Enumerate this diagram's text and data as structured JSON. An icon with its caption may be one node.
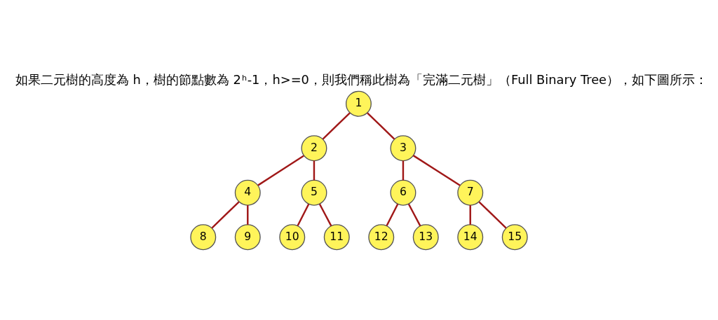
{
  "diagram": {
    "title": "如果二元樹的高度為 h，樹的節點數為 2$^{h}$-1，h>=0，則我們稱此樹為「完滿二元樹」（Full Binary Tree），如下圖所示：",
    "nodes": [
      {
        "text": [
          "1"
        ]
      },
      {
        "text": [
          "2"
        ]
      },
      {
        "text": [
          "3"
        ]
      },
      {
        "text": [
          "4"
        ]
      },
      {
        "text": [
          "5"
        ]
      },
      {
        "text": [
          "6"
        ]
      },
      {
        "text": [
          "7"
        ]
      },
      {
        "text": [
          "8"
        ]
      },
      {
        "text": [
          "9"
        ]
      },
      {
        "text": [
          "10"
        ]
      },
      {
        "text": [
          "11"
        ]
      },
      {
        "text": [
          "12"
        ]
      },
      {
        "text": [
          "13"
        ]
      },
      {
        "text": [
          "14"
        ]
      },
      {
        "text": [
          "15"
        ]
      }
    ],
    "edges": [
      {
        "from": 0,
        "to": 1,
        "arrow": "none"
      },
      {
        "from": 0,
        "to": 2,
        "arrow": "none"
      },
      {
        "from": 1,
        "to": 3,
        "arrow": "none"
      },
      {
        "from": 1,
        "to": 4,
        "arrow": "none"
      },
      {
        "from": 2,
        "to": 5,
        "arrow": "none"
      },
      {
        "from": 2,
        "to": 6,
        "arrow": "none"
      },
      {
        "from": 3,
        "to": 7,
        "arrow": "none"
      },
      {
        "from": 3,
        "to": 8,
        "arrow": "none"
      },
      {
        "from": 4,
        "to": 9,
        "arrow": "none"
      },
      {
        "from": 4,
        "to": 10,
        "arrow": "none"
      },
      {
        "from": 5,
        "to": 11,
        "arrow": "none"
      },
      {
        "from": 5,
        "to": 12,
        "arrow": "none"
      },
      {
        "from": 6,
        "to": 13,
        "arrow": "none"
      },
      {
        "from": 6,
        "to": 14,
        "arrow": "none"
      }
    ]
  }
}
